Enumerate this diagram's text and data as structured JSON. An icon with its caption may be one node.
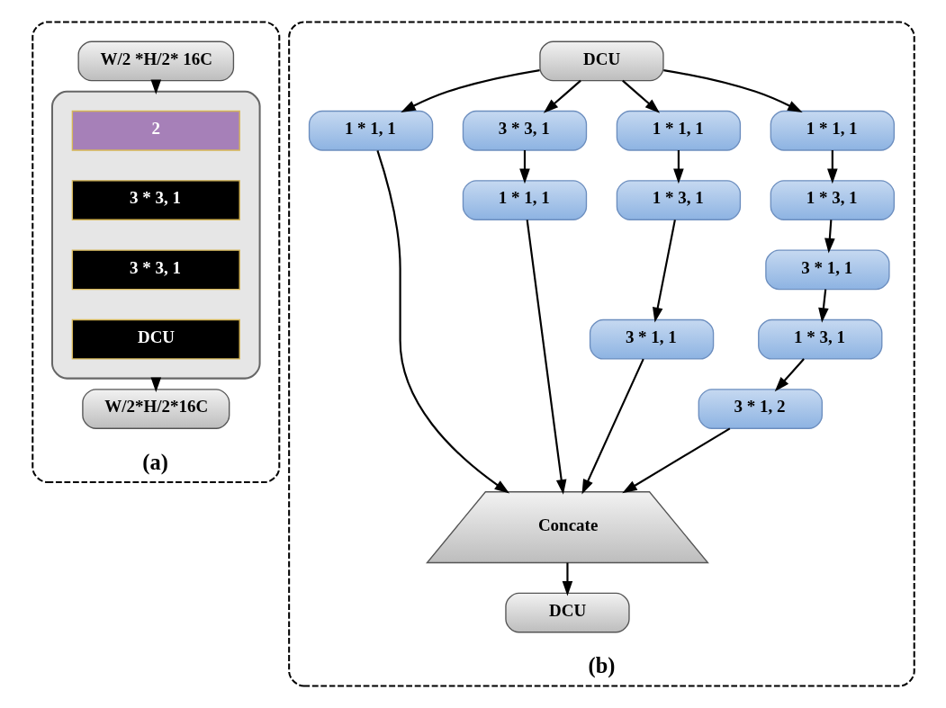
{
  "diagram": {
    "nodes": [
      {
        "text": [
          "(a)"
        ]
      },
      {
        "text": [
          "W/2 *H/2* 16C"
        ],
        "in": 0
      },
      {
        "text": [],
        "shape": "box",
        "in": 0
      },
      {
        "text": [
          "2"
        ],
        "in": 2
      },
      {
        "text": [
          "3 * 3, 1"
        ],
        "in": 2
      },
      {
        "text": [
          "3 * 3, 1"
        ],
        "in": 2
      },
      {
        "text": [
          "DCU"
        ],
        "in": 2
      },
      {
        "text": [
          "W/2*H/2*16C"
        ],
        "in": 0
      },
      {
        "text": [
          "(b)"
        ]
      },
      {
        "text": [
          "DCU"
        ],
        "in": 8
      },
      {
        "text": [
          "1 * 1, 1"
        ],
        "in": 8
      },
      {
        "text": [
          "3 * 3, 1"
        ],
        "in": 8
      },
      {
        "text": [
          "1 * 1, 1"
        ],
        "in": 8
      },
      {
        "text": [
          "1 * 1, 1"
        ],
        "in": 8
      },
      {
        "text": [
          "1 * 1, 1"
        ],
        "in": 8
      },
      {
        "text": [
          "1 * 3, 1"
        ],
        "in": 8
      },
      {
        "text": [
          "1 * 3, 1"
        ],
        "in": 8
      },
      {
        "text": [
          "3 * 1, 1"
        ],
        "in": 8
      },
      {
        "text": [
          "3 * 1, 1"
        ],
        "in": 8
      },
      {
        "text": [
          "1 * 3, 1"
        ],
        "in": 8
      },
      {
        "text": [
          "3 * 1, 2"
        ],
        "in": 8
      },
      {
        "text": [
          "Concate"
        ],
        "in": 8
      },
      {
        "text": [
          "DCU"
        ],
        "in": 8
      }
    ],
    "edges": [
      {
        "from": 1,
        "to": 2,
        "arrow": "to"
      },
      {
        "from": 2,
        "to": 7,
        "arrow": "to"
      },
      {
        "from": 9,
        "to": 10,
        "arrow": "to"
      },
      {
        "from": 9,
        "to": 11,
        "arrow": "to"
      },
      {
        "from": 9,
        "to": 12,
        "arrow": "to"
      },
      {
        "from": 9,
        "to": 13,
        "arrow": "to"
      },
      {
        "from": 11,
        "to": 14,
        "arrow": "to"
      },
      {
        "from": 12,
        "to": 15,
        "arrow": "to"
      },
      {
        "from": 13,
        "to": 16,
        "arrow": "to"
      },
      {
        "from": 15,
        "to": 17,
        "arrow": "to"
      },
      {
        "from": 16,
        "to": 18,
        "arrow": "to"
      },
      {
        "from": 18,
        "to": 19,
        "arrow": "to"
      },
      {
        "from": 19,
        "to": 20,
        "arrow": "to"
      },
      {
        "from": 10,
        "to": 21,
        "arrow": "to"
      },
      {
        "from": 14,
        "to": 21,
        "arrow": "to"
      },
      {
        "from": 17,
        "to": 21,
        "arrow": "to"
      },
      {
        "from": 20,
        "to": 21,
        "arrow": "to"
      },
      {
        "from": 21,
        "to": 22,
        "arrow": "to"
      }
    ]
  }
}
